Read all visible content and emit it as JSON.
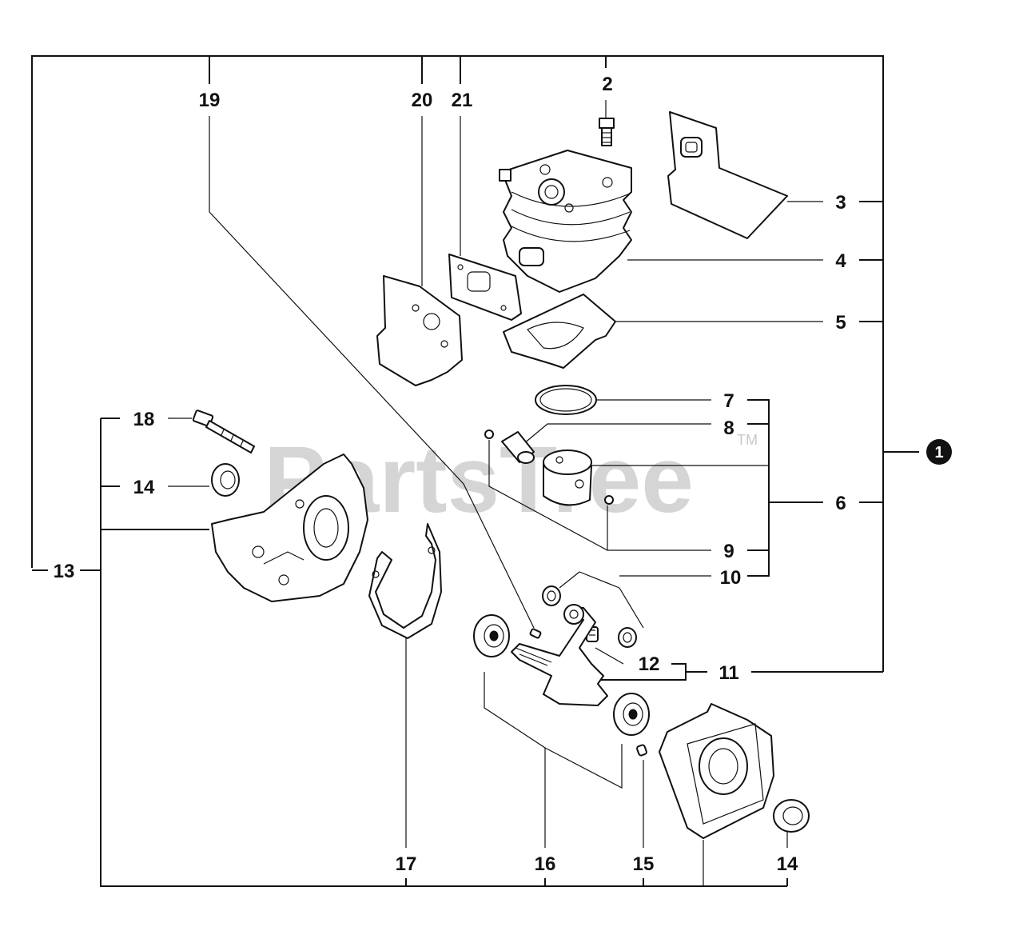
{
  "watermark": {
    "text": "PartsTree",
    "trademark": "TM"
  },
  "assembly_badge": "1",
  "labels": {
    "p2": "2",
    "p3": "3",
    "p4": "4",
    "p5": "5",
    "p6": "6",
    "p7": "7",
    "p8": "8",
    "p9": "9",
    "p10": "10",
    "p11": "11",
    "p12": "12",
    "p13": "13",
    "p14a": "14",
    "p14b": "14",
    "p15": "15",
    "p16": "16",
    "p17": "17",
    "p18": "18",
    "p19": "19",
    "p20": "20",
    "p21": "21"
  }
}
